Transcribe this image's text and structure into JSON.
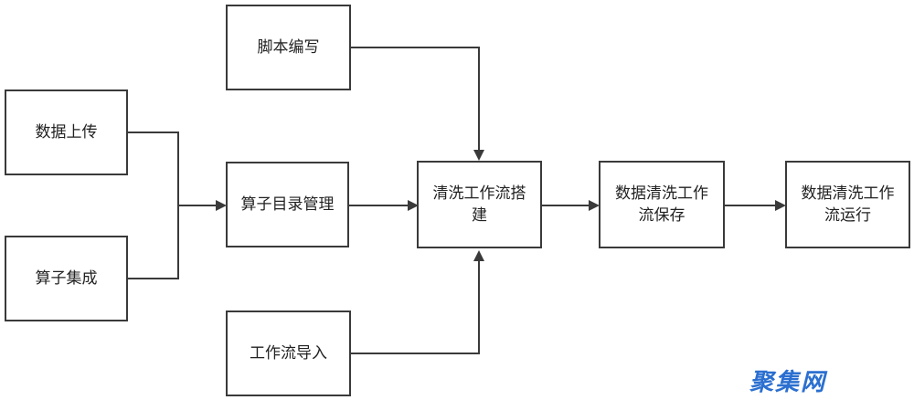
{
  "nodes": {
    "script_writing": "脚本编写",
    "data_upload": "数据上传",
    "operator_integration": "算子集成",
    "operator_catalog": "算子目录管理",
    "workflow_build": "清洗工作流搭建",
    "workflow_import": "工作流导入",
    "workflow_save": "数据清洗工作流保存",
    "workflow_run": "数据清洗工作流运行"
  },
  "watermark": "聚集网",
  "colors": {
    "line": "#3a3a3a",
    "border": "#3a3a3a",
    "watermark": "#2b6fd0"
  }
}
